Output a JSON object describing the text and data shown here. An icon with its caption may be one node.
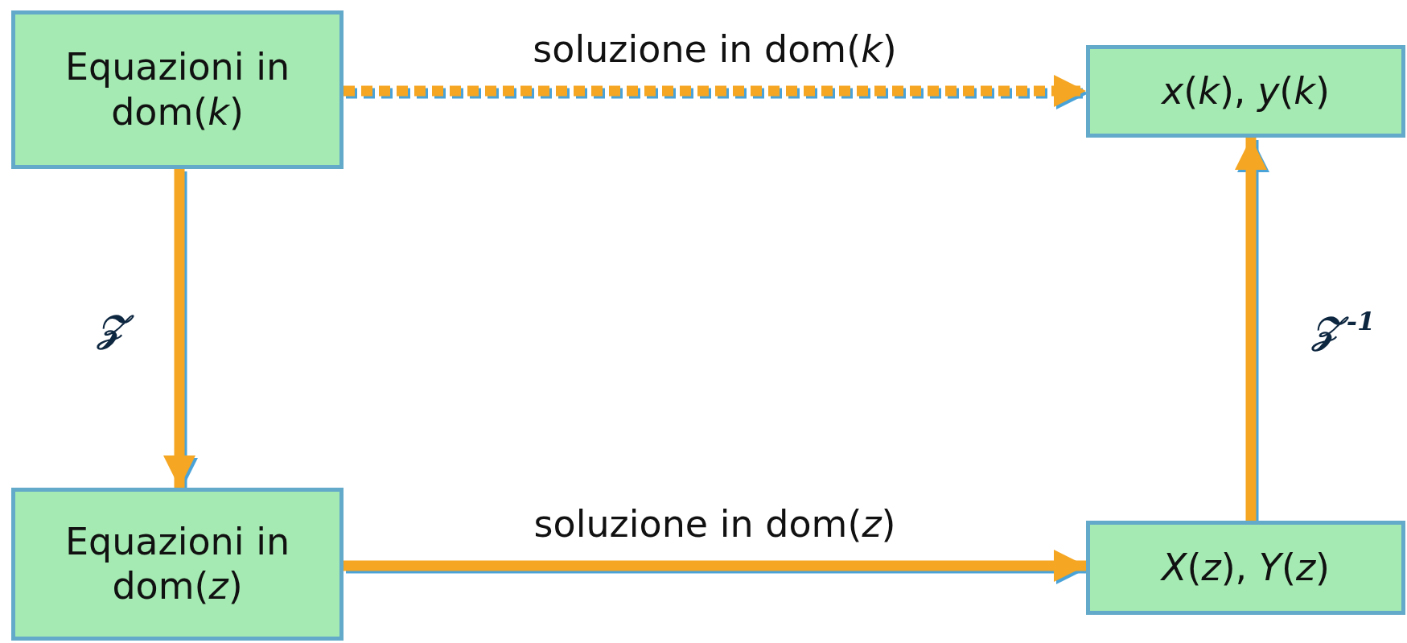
{
  "diagram": {
    "nodes": [
      {
        "text": [
          "Equazioni in dom(*k*)"
        ]
      },
      {
        "text": [
          "*x*(*k*), *y*(*k*)"
        ]
      },
      {
        "text": [
          "Equazioni in dom(*z*)"
        ]
      },
      {
        "text": [
          "*X*(*z*), *Y*(*z*)"
        ]
      }
    ],
    "edges": [
      {
        "from": 0,
        "to": 1,
        "arrow": "to",
        "label": "soluzione in dom(*k*)",
        "style": "dashed"
      },
      {
        "from": 0,
        "to": 2,
        "arrow": "to",
        "label": "𝒵"
      },
      {
        "from": 2,
        "to": 3,
        "arrow": "to",
        "label": "soluzione in dom(*z*)"
      },
      {
        "from": 3,
        "to": 1,
        "arrow": "to",
        "label": "𝒵$^{-1}$"
      }
    ]
  }
}
